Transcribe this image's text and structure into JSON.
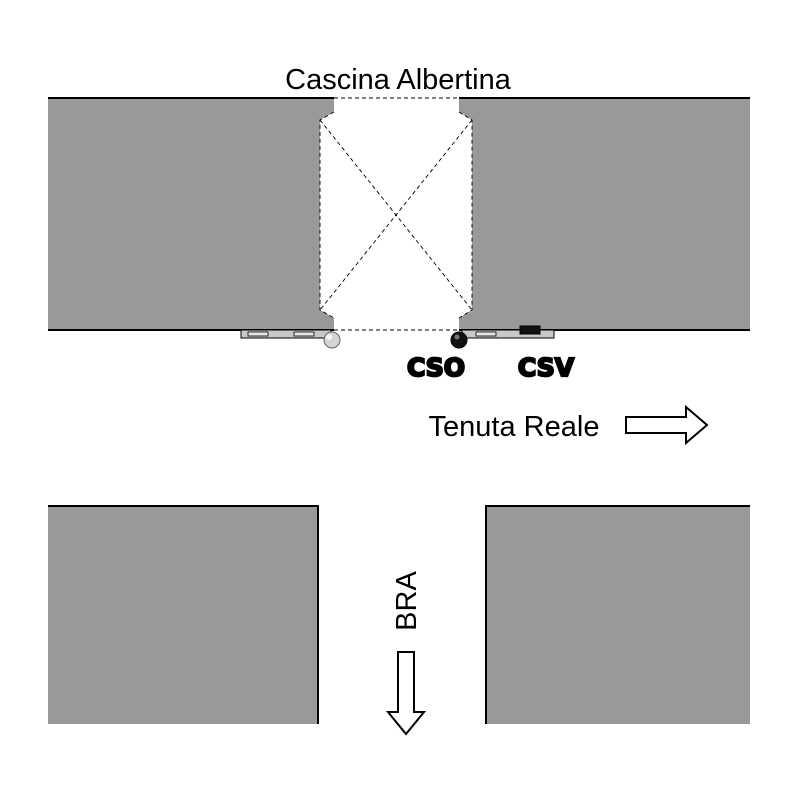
{
  "labels": {
    "top": "Cascina Albertina",
    "cso": "CSO",
    "csv": "CSV",
    "right_direction": "Tenuta Reale",
    "down_direction": "BRA"
  },
  "colors": {
    "block_fill": "#999999",
    "outline": "#000000",
    "background": "#ffffff",
    "gate_light": "#d4d4d4",
    "gate_dark": "#111111",
    "track": "#c8c8c8"
  },
  "icons": {
    "right_arrow": "arrow-right-outline-icon",
    "down_arrow": "arrow-down-outline-icon",
    "gate_open": "gate-post-open-icon",
    "gate_closed": "gate-post-closed-icon"
  }
}
